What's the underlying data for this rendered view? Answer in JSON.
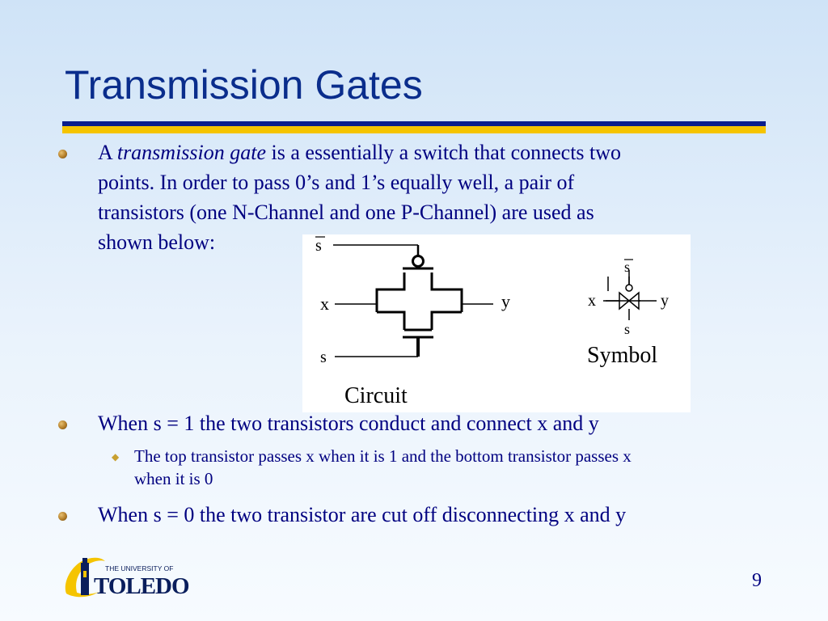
{
  "slide": {
    "title": "Transmission Gates",
    "page_number": "9"
  },
  "bullets": {
    "b1_prefix": "A ",
    "b1_term": "transmission gate",
    "b1_line1_rest": " is a essentially a switch that connects two",
    "b1_line2": "points. In order to pass 0’s and 1’s equally well, a pair of",
    "b1_line3": "transistors (one N-Channel and one P-Channel) are used as",
    "b1_line4": "shown below:",
    "b2": "When s = 1 the two transistors conduct and connect x and y",
    "b2_sub_line1": "The top transistor passes x when it is 1 and the bottom transistor passes x",
    "b2_sub_line2": "when it is 0",
    "b3": "When s = 0 the two transistor are cut off disconnecting x and y"
  },
  "figure": {
    "circuit": {
      "s_bar": "s",
      "x": "x",
      "y": "y",
      "s": "s",
      "caption": "Circuit"
    },
    "symbol": {
      "s_bar": "s",
      "x": "x",
      "y": "y",
      "s": "s",
      "caption": "Symbol"
    }
  },
  "logo": {
    "line1": "THE UNIVERSITY OF",
    "line2": "TOLEDO",
    "colors": {
      "gold": "#f5c400",
      "navy": "#0a1e5c"
    }
  },
  "colors": {
    "title": "#0a2d8c",
    "body_text": "#000080",
    "rule_blue": "#0a1e8c",
    "rule_gold": "#f5c400"
  }
}
